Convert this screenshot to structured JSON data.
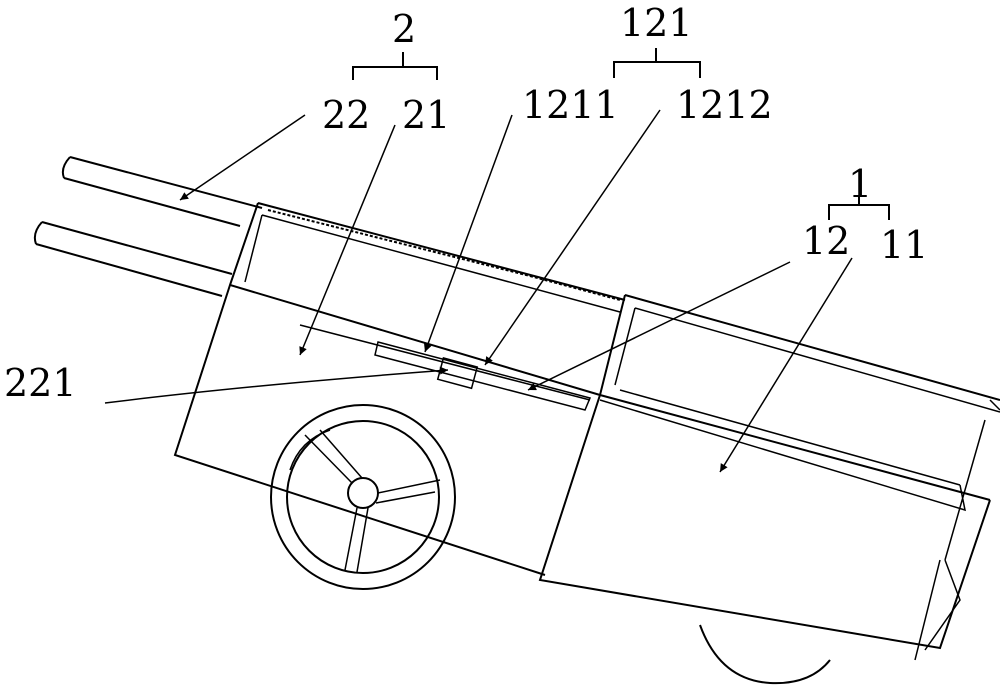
{
  "figure": {
    "labels": {
      "l2": "2",
      "l22": "22",
      "l21": "21",
      "l121": "121",
      "l1211": "1211",
      "l1212": "1212",
      "l1": "1",
      "l12": "12",
      "l11": "11",
      "l221": "221"
    }
  }
}
